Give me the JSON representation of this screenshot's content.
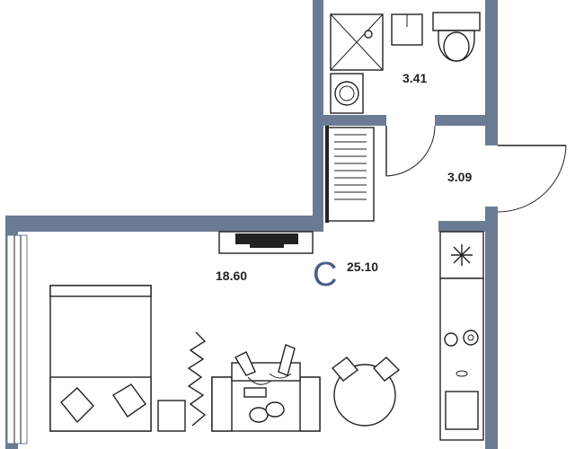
{
  "plan": {
    "wall_color": "#6b7b93",
    "accent_color": "#4a5e86",
    "rooms": {
      "bathroom_area": "3.41",
      "hallway_area": "3.09",
      "living_area": "18.60",
      "total_area": "25.10"
    },
    "studio_symbol": "C",
    "icons": [
      "shower-icon",
      "sink-icon",
      "toilet-icon",
      "washing-machine-icon",
      "radiator-icon",
      "tv-icon",
      "bed-icon",
      "pillow-icon",
      "nightstand-icon",
      "sofa-icon",
      "people-icon",
      "table-icon",
      "chair-icon",
      "fridge-icon",
      "snowflake-icon",
      "stove-icon",
      "kitchen-sink-icon",
      "window-icon"
    ]
  }
}
